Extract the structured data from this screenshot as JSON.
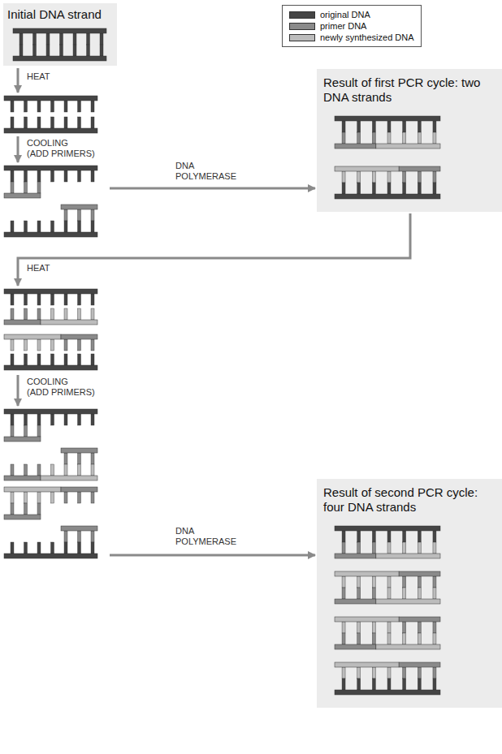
{
  "diagram": {
    "nodes": [
      {
        "text": [
          "Initial DNA strand"
        ]
      },
      {
        "text": [
          "Result of first PCR cycle: two DNA strands"
        ]
      },
      {
        "text": [
          "Result of second PCR cycle: four DNA strands"
        ]
      }
    ],
    "labels": [
      "HEAT",
      "COOLING",
      "(ADD PRIMERS)",
      "DNA POLYMERASE",
      "HEAT",
      "COOLING",
      "(ADD PRIMERS)",
      "DNA POLYMERASE"
    ],
    "legend": [
      {
        "text": "original DNA",
        "color": "#454545"
      },
      {
        "text": "primer DNA",
        "color": "#8a8a8a"
      },
      {
        "text": "newly synthesized DNA",
        "color": "#bcbcbc"
      }
    ]
  }
}
